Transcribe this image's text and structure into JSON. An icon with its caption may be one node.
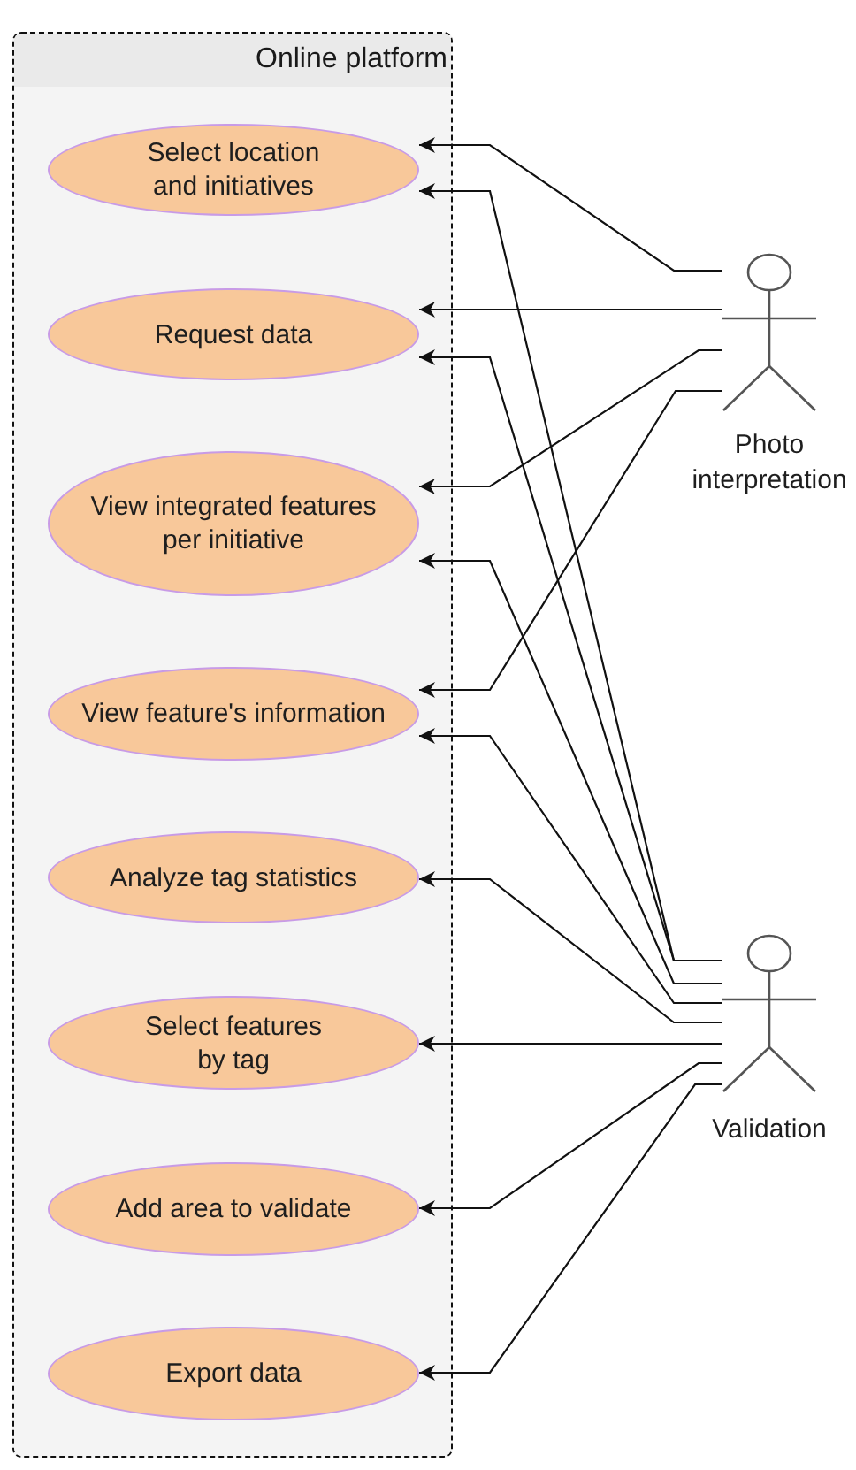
{
  "diagram": {
    "nodes": [
      {
        "text": [
          "Online platform"
        ]
      },
      {
        "text": [
          "Select location and initiatives"
        ],
        "in": 0
      },
      {
        "text": [
          "Request data"
        ],
        "in": 0
      },
      {
        "text": [
          "View integrated features per initiative"
        ],
        "in": 0
      },
      {
        "text": [
          "View feature's information"
        ],
        "in": 0
      },
      {
        "text": [
          "Analyze tag statistics"
        ],
        "in": 0
      },
      {
        "text": [
          "Select features by tag"
        ],
        "in": 0
      },
      {
        "text": [
          "Add area to validate"
        ],
        "in": 0
      },
      {
        "text": [
          "Export data"
        ],
        "in": 0
      },
      {
        "text": [],
        "shape": "person",
        "beside": [
          "Photo interpretation"
        ]
      },
      {
        "text": [],
        "shape": "person",
        "beside": [
          "Validation"
        ]
      }
    ],
    "edges": [
      {
        "from": 9,
        "to": 1,
        "arrow": "to"
      },
      {
        "from": 9,
        "to": 2,
        "arrow": "to"
      },
      {
        "from": 9,
        "to": 3,
        "arrow": "to"
      },
      {
        "from": 9,
        "to": 4,
        "arrow": "to"
      },
      {
        "from": 10,
        "to": 1,
        "arrow": "to"
      },
      {
        "from": 10,
        "to": 2,
        "arrow": "to"
      },
      {
        "from": 10,
        "to": 3,
        "arrow": "to"
      },
      {
        "from": 10,
        "to": 4,
        "arrow": "to"
      },
      {
        "from": 10,
        "to": 5,
        "arrow": "to"
      },
      {
        "from": 10,
        "to": 6,
        "arrow": "to"
      },
      {
        "from": 10,
        "to": 7,
        "arrow": "to"
      },
      {
        "from": 10,
        "to": 8,
        "arrow": "to"
      }
    ]
  }
}
